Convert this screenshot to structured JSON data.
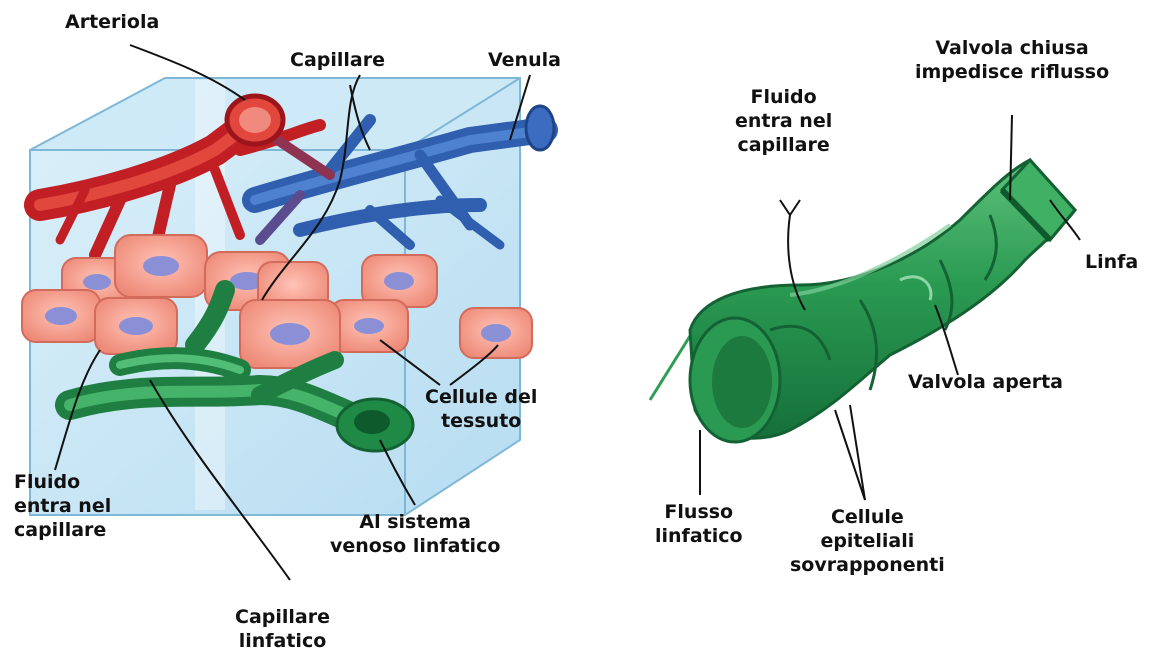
{
  "colors": {
    "artery": "#d8262b",
    "vein": "#2f5fae",
    "cell": "#f39a8a",
    "nucleus": "#8a8fd6",
    "lymph": "#2f9e55",
    "tissue_box": "#bfe3f4"
  },
  "labels": {
    "arteriola": [
      "Arteriola"
    ],
    "capillare": [
      "Capillare"
    ],
    "venula": [
      "Venula"
    ],
    "cellule_tessuto": [
      "Cellule del",
      "tessuto"
    ],
    "fluido_left": [
      "Fluido",
      "entra nel",
      "capillare"
    ],
    "al_sistema": [
      "Al sistema",
      "venoso linfatico"
    ],
    "capillare_linfatico": [
      "Capillare",
      "linfatico"
    ],
    "fluido_right": [
      "Fluido",
      "entra nel",
      "capillare"
    ],
    "valvola_chiusa": [
      "Valvola chiusa",
      "impedisce riflusso"
    ],
    "linfa": [
      "Linfa"
    ],
    "valvola_aperta": [
      "Valvola aperta"
    ],
    "flusso_linfatico": [
      "Flusso",
      "linfatico"
    ],
    "cellule_epiteliali": [
      "Cellule",
      "epiteliali",
      "sovrapponenti"
    ]
  }
}
